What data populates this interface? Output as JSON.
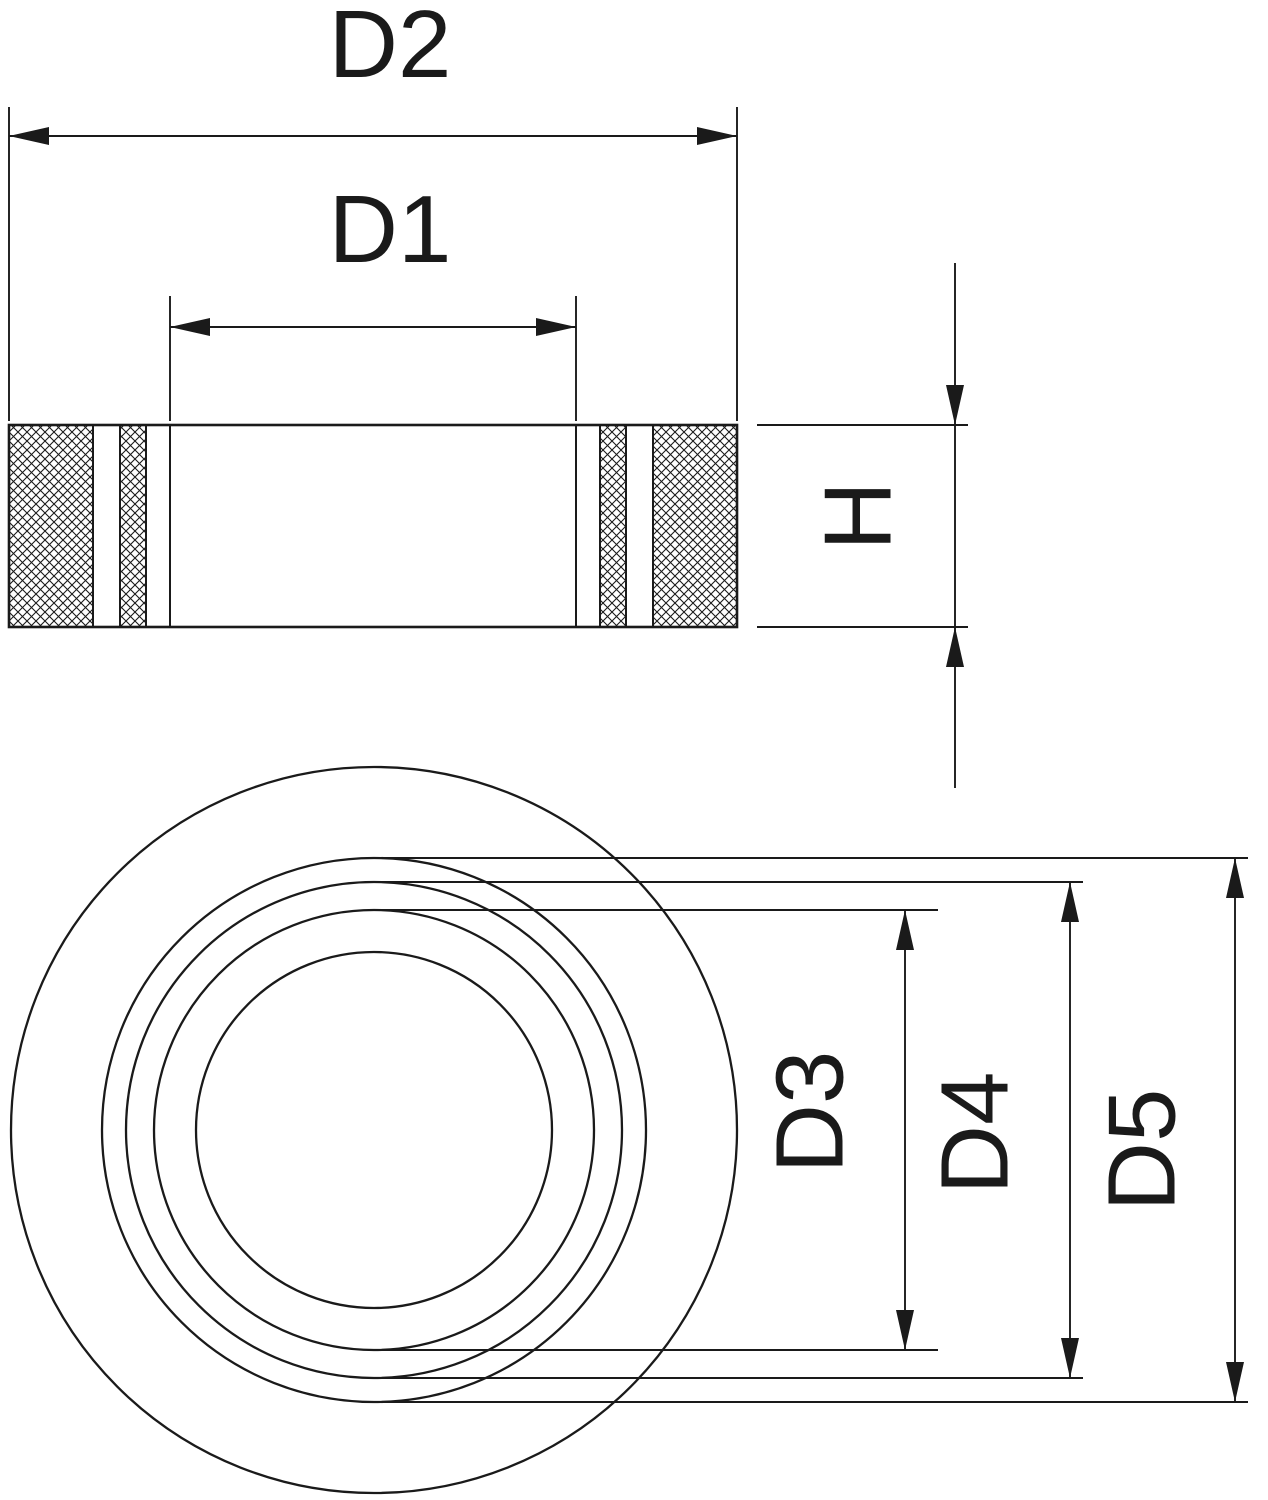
{
  "drawing": {
    "background": "#ffffff",
    "line_color": "#1a1a1a",
    "section_view": {
      "dim_d2_label": "D2",
      "dim_d1_label": "D1",
      "dim_h_label": "H"
    },
    "plan_view": {
      "dim_d3_label": "D3",
      "dim_d4_label": "D4",
      "dim_d5_label": "D5"
    }
  }
}
